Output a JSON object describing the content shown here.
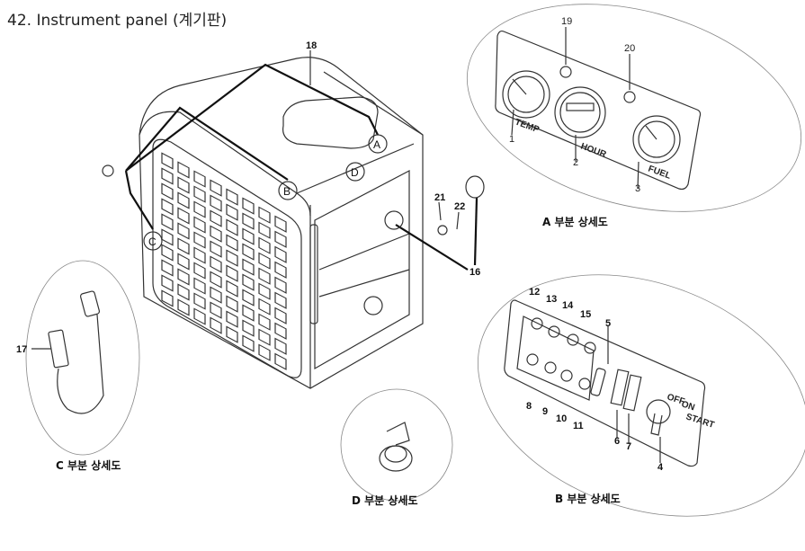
{
  "title": "42. Instrument panel (계기판)",
  "detail_letters": [
    "A",
    "B",
    "C",
    "D"
  ],
  "captions": {
    "a": "A 부분 상세도",
    "b": "B 부분 상세도",
    "c": "C 부분 상세도",
    "d": "D 부분 상세도"
  },
  "gauge_labels": {
    "temp": "TEMP",
    "hour": "HOUR",
    "fuel": "FUEL"
  },
  "key_labels": {
    "off": "OFF",
    "on": "ON",
    "start": "START"
  },
  "part_numbers": {
    "p1": "1",
    "p2": "2",
    "p3": "3",
    "p4": "4",
    "p5": "5",
    "p6": "6",
    "p7": "7",
    "p8": "8",
    "p9": "9",
    "p10": "10",
    "p11": "11",
    "p12": "12",
    "p13": "13",
    "p14": "14",
    "p15": "15",
    "p16": "16",
    "p17": "17",
    "p18": "18",
    "p19": "19",
    "p20": "20",
    "p21": "21",
    "p22": "22"
  }
}
